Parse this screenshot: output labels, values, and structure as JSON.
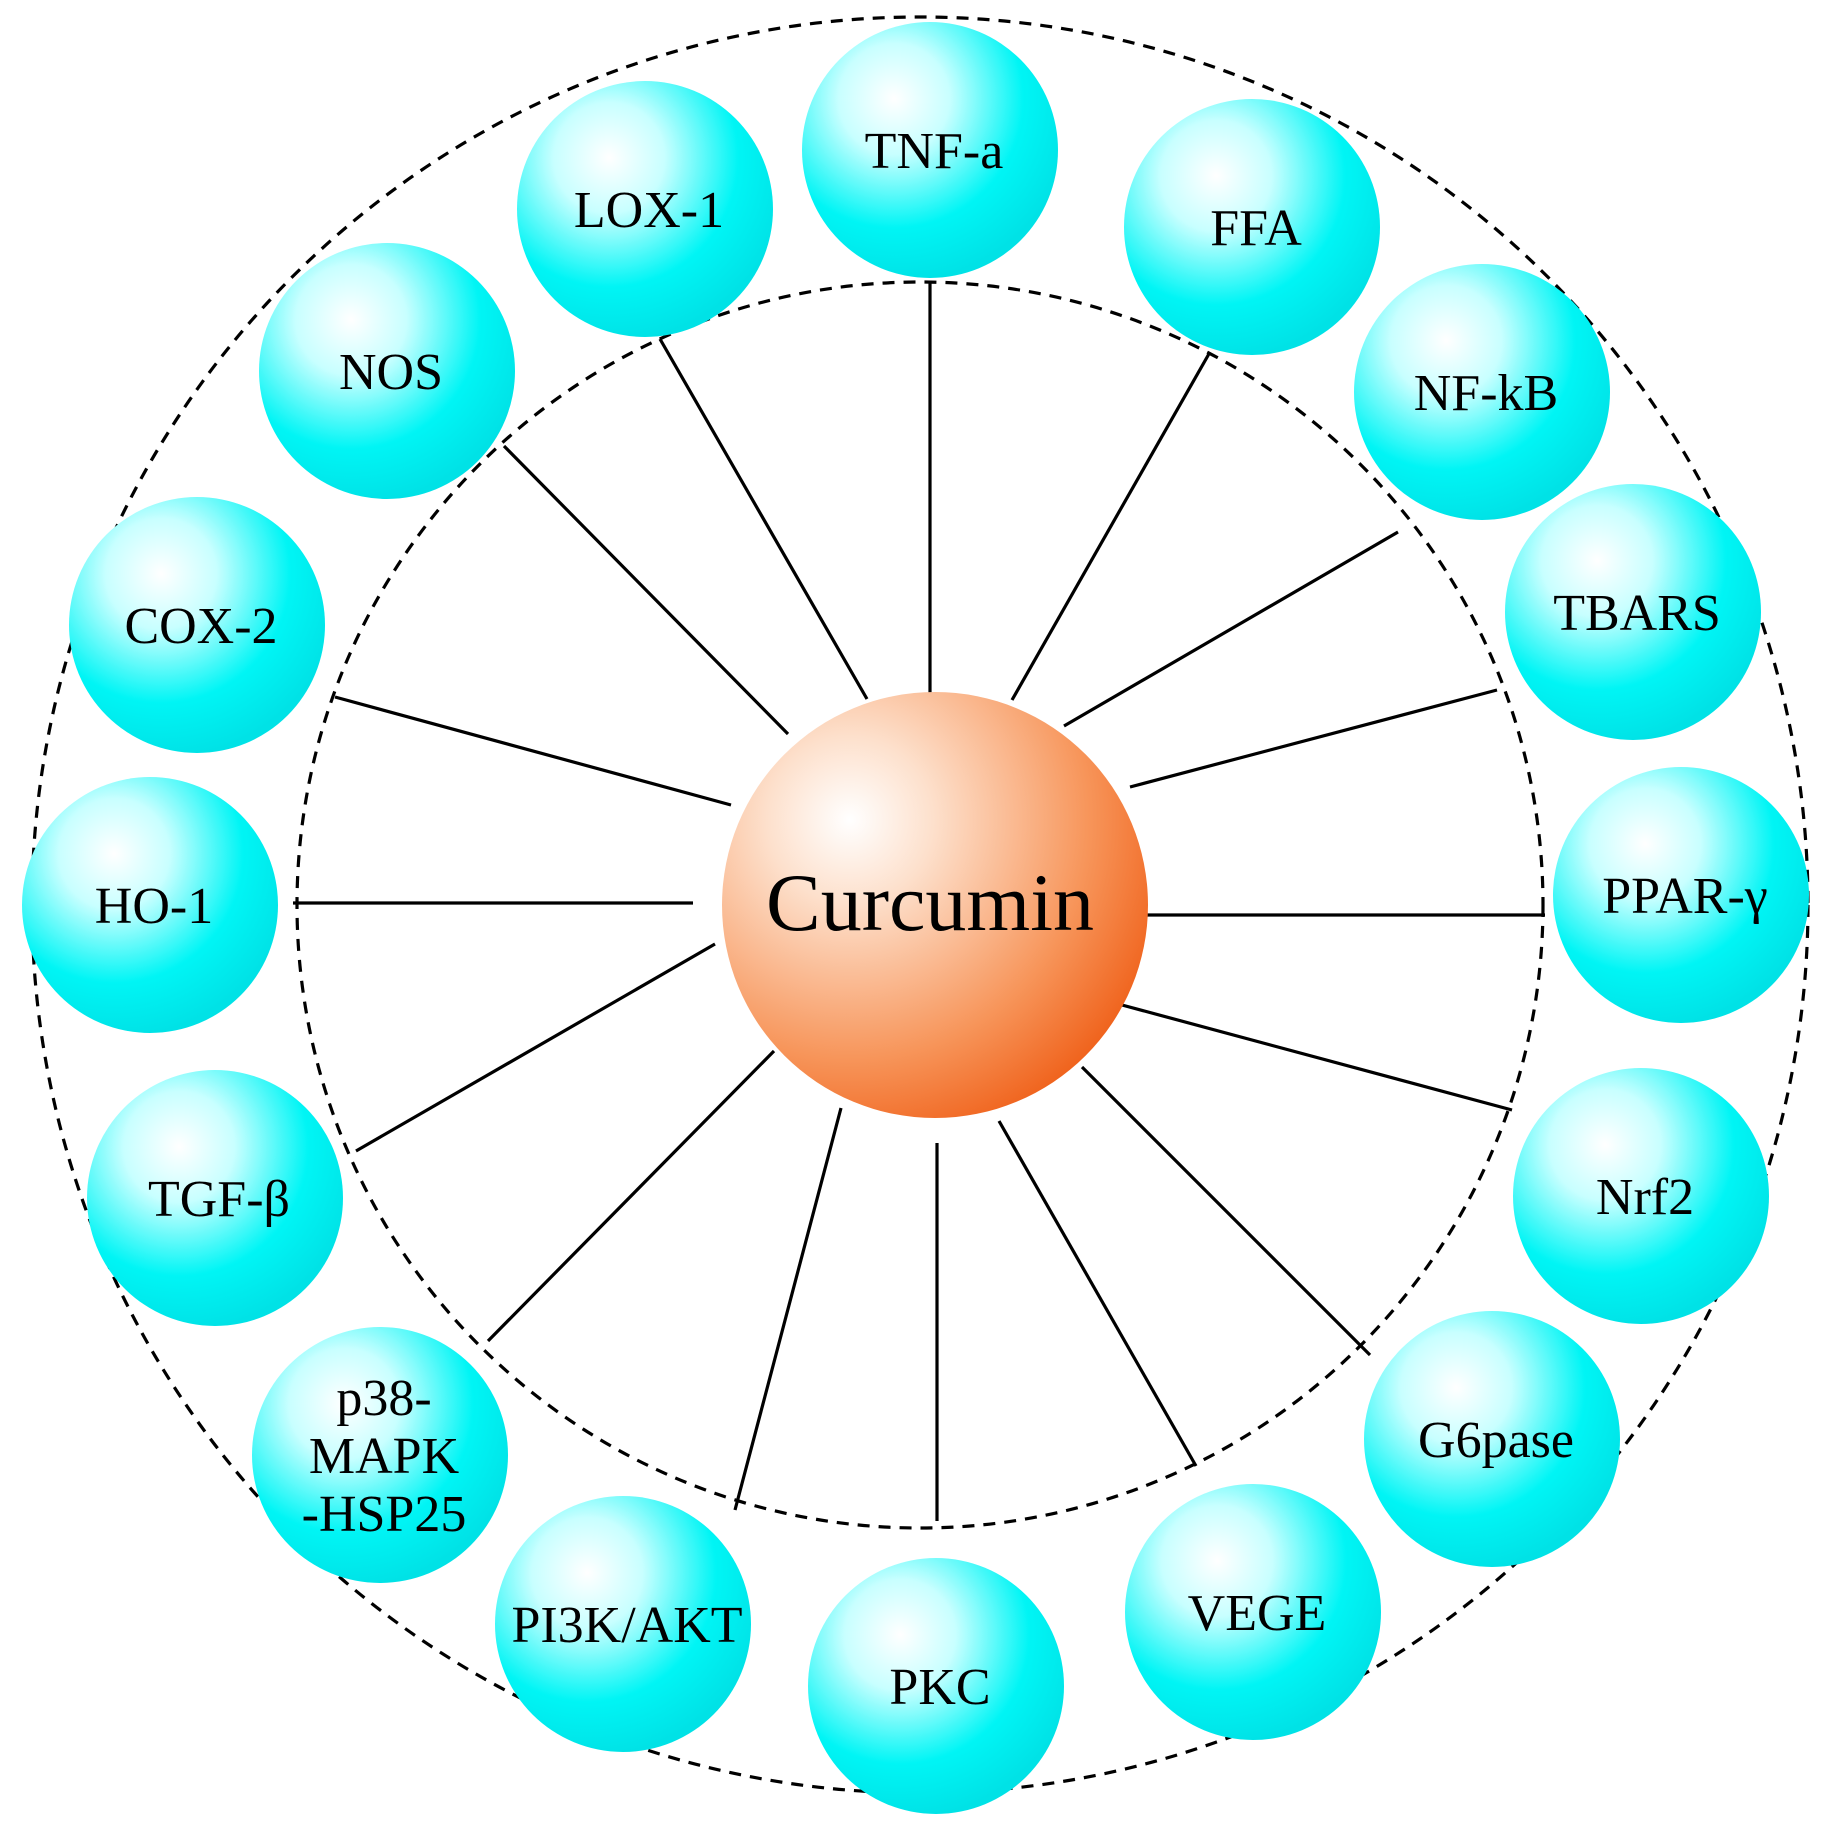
{
  "center": {
    "label": "Curcumin"
  },
  "nodes": [
    {
      "id": "tnf-a",
      "lines": [
        "TNF-a"
      ]
    },
    {
      "id": "ffa",
      "lines": [
        "FFA"
      ]
    },
    {
      "id": "nf-kb",
      "lines": [
        "NF-kB"
      ]
    },
    {
      "id": "tbars",
      "lines": [
        "TBARS"
      ]
    },
    {
      "id": "ppar-gamma",
      "lines": [
        "PPAR-γ"
      ]
    },
    {
      "id": "nrf2",
      "lines": [
        "Nrf2"
      ]
    },
    {
      "id": "g6pase",
      "lines": [
        "G6pase"
      ]
    },
    {
      "id": "vege",
      "lines": [
        "VEGE"
      ]
    },
    {
      "id": "pkc",
      "lines": [
        "PKC"
      ]
    },
    {
      "id": "pi3k-akt",
      "lines": [
        "PI3K/AKT"
      ]
    },
    {
      "id": "p38-mapk-hsp25",
      "lines": [
        "p38-",
        "MAPK",
        "-HSP25"
      ]
    },
    {
      "id": "tgf-beta",
      "lines": [
        "TGF-β"
      ]
    },
    {
      "id": "ho-1",
      "lines": [
        "HO-1"
      ]
    },
    {
      "id": "cox-2",
      "lines": [
        "COX-2"
      ]
    },
    {
      "id": "nos",
      "lines": [
        "NOS"
      ]
    },
    {
      "id": "lox-1",
      "lines": [
        "LOX-1"
      ]
    }
  ],
  "colors": {
    "node": "#00f5f5",
    "node_highlight": "#ffffff",
    "center": "#f4702c",
    "center_highlight": "#ffffff"
  }
}
